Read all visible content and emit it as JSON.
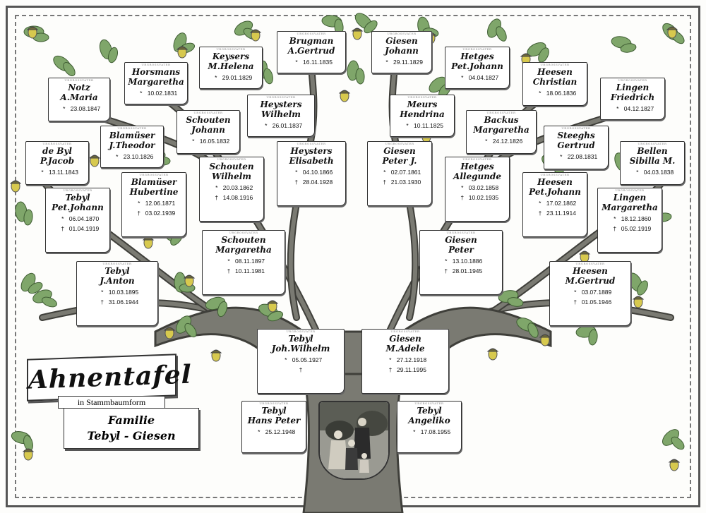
{
  "title": "Ahnentafel",
  "subtitle": "in Stammbaumform",
  "family": {
    "line1": "Familie",
    "line2": "Tebyl - Giesen"
  },
  "card_header": "URGROSSVATER",
  "symbols": {
    "birth": "*",
    "death": "†"
  },
  "colors": {
    "trunk": "#7a7a72",
    "trunk_dark": "#3f3f3a",
    "leaf": "#7fa66a",
    "leaf_dark": "#3f5d33",
    "acorn": "#d7c94e",
    "cap": "#6e6a3a"
  },
  "photo": {
    "icon": "family-photo"
  },
  "persons": [
    {
      "id": "notz",
      "name1": "Notz",
      "name2": "A.Maria",
      "born": "23.08.1847",
      "died": ""
    },
    {
      "id": "horsmans",
      "name1": "Horsmans",
      "name2": "Margaretha",
      "born": "10.02.1831",
      "died": ""
    },
    {
      "id": "keysers",
      "name1": "Keysers",
      "name2": "M.Helena",
      "born": "29.01.1829",
      "died": ""
    },
    {
      "id": "brugman",
      "name1": "Brugman",
      "name2": "A.Gertrud",
      "born": "16.11.1835",
      "died": ""
    },
    {
      "id": "giesen-johann",
      "name1": "Giesen",
      "name2": "Johann",
      "born": "29.11.1829",
      "died": ""
    },
    {
      "id": "hetges-pet",
      "name1": "Hetges",
      "name2": "Pet.Johann",
      "born": "04.04.1827",
      "died": ""
    },
    {
      "id": "heesen-christian",
      "name1": "Heesen",
      "name2": "Christian",
      "born": "18.06.1836",
      "died": ""
    },
    {
      "id": "lingen-friedrich",
      "name1": "Lingen",
      "name2": "Friedrich",
      "born": "04.12.1827",
      "died": ""
    },
    {
      "id": "deByl",
      "name1": "de Byl",
      "name2": "P.Jacob",
      "born": "13.11.1843",
      "died": ""
    },
    {
      "id": "blamueser-j",
      "name1": "Blamüser",
      "name2": "J.Theodor",
      "born": "23.10.1826",
      "died": ""
    },
    {
      "id": "schouten-johann",
      "name1": "Schouten",
      "name2": "Johann",
      "born": "16.05.1832",
      "died": ""
    },
    {
      "id": "heysters-wilhelm",
      "name1": "Heysters",
      "name2": "Wilhelm",
      "born": "26.01.1837",
      "died": ""
    },
    {
      "id": "meurs",
      "name1": "Meurs",
      "name2": "Hendrina",
      "born": "10.11.1825",
      "died": ""
    },
    {
      "id": "backus",
      "name1": "Backus",
      "name2": "Margaretha",
      "born": "24.12.1826",
      "died": ""
    },
    {
      "id": "steeghs",
      "name1": "Steeghs",
      "name2": "Gertrud",
      "born": "22.08.1831",
      "died": ""
    },
    {
      "id": "bellen",
      "name1": "Bellen",
      "name2": "Sibilla M.",
      "born": "04.03.1838",
      "died": ""
    },
    {
      "id": "tebyl-pet",
      "name1": "Tebyl",
      "name2": "Pet.Johann",
      "born": "06.04.1870",
      "died": "01.04.1919"
    },
    {
      "id": "blamueser-h",
      "name1": "Blamüser",
      "name2": "Hubertine",
      "born": "12.06.1871",
      "died": "03.02.1939"
    },
    {
      "id": "schouten-wilhelm",
      "name1": "Schouten",
      "name2": "Wilhelm",
      "born": "20.03.1862",
      "died": "14.08.1916"
    },
    {
      "id": "heysters-elisabeth",
      "name1": "Heysters",
      "name2": "Elisabeth",
      "born": "04.10.1866",
      "died": "28.04.1928"
    },
    {
      "id": "giesen-peterj",
      "name1": "Giesen",
      "name2": "Peter J.",
      "born": "02.07.1861",
      "died": "21.03.1930"
    },
    {
      "id": "hetges-allegunde",
      "name1": "Hetges",
      "name2": "Allegunde",
      "born": "03.02.1858",
      "died": "10.02.1935"
    },
    {
      "id": "heesen-pet",
      "name1": "Heesen",
      "name2": "Pet.Johann",
      "born": "17.02.1862",
      "died": "23.11.1914"
    },
    {
      "id": "lingen-margaretha",
      "name1": "Lingen",
      "name2": "Margaretha",
      "born": "18.12.1860",
      "died": "05.02.1919"
    },
    {
      "id": "tebyl-anton",
      "name1": "Tebyl",
      "name2": "J.Anton",
      "born": "10.03.1895",
      "died": "31.06.1944"
    },
    {
      "id": "schouten-margaretha",
      "name1": "Schouten",
      "name2": "Margaretha",
      "born": "08.11.1897",
      "died": "10.11.1981"
    },
    {
      "id": "giesen-peter",
      "name1": "Giesen",
      "name2": "Peter",
      "born": "13.10.1886",
      "died": "28.01.1945"
    },
    {
      "id": "heesen-gertrud",
      "name1": "Heesen",
      "name2": "M.Gertrud",
      "born": "03.07.1889",
      "died": "01.05.1946"
    },
    {
      "id": "tebyl-joh",
      "name1": "Tebyl",
      "name2": "Joh.Wilhelm",
      "born": "05.05.1927",
      "died": ""
    },
    {
      "id": "giesen-adele",
      "name1": "Giesen",
      "name2": "M.Adele",
      "born": "27.12.1918",
      "died": "29.11.1995"
    },
    {
      "id": "tebyl-hans",
      "name1": "Tebyl",
      "name2": "Hans Peter",
      "born": "25.12.1948",
      "died": ""
    },
    {
      "id": "tebyl-angeliko",
      "name1": "Tebyl",
      "name2": "Angeliko",
      "born": "17.08.1955",
      "died": ""
    }
  ]
}
